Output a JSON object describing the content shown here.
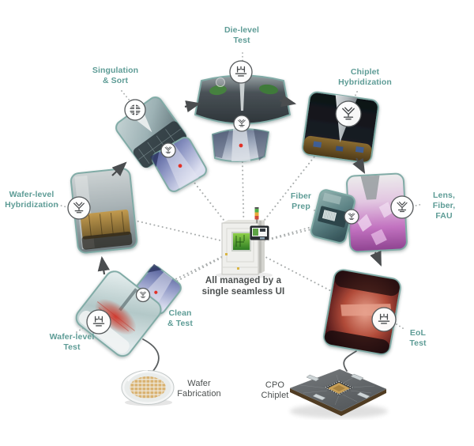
{
  "diagram": {
    "center_caption": "All managed by a\nsingle seamless UI"
  },
  "stages": {
    "wafer_fabrication": {
      "label": "Wafer\nFabrication"
    },
    "wafer_level_test": {
      "label": "Wafer-level\nTest"
    },
    "clean_test": {
      "label": "Clean\n& Test"
    },
    "wafer_level_hybridization": {
      "label": "Wafer-level\nHybridization"
    },
    "singulation_sort": {
      "label": "Singulation\n& Sort"
    },
    "die_level_test": {
      "label": "Die-level\nTest"
    },
    "chiplet_hybridization": {
      "label": "Chiplet\nHybridization"
    },
    "fiber_prep": {
      "label": "Fiber\nPrep"
    },
    "lens_fiber_fau": {
      "label": "Lens,\nFiber, FAU"
    },
    "eol_test": {
      "label": "EoL\nTest"
    },
    "cpo_chiplet": {
      "label": "CPO\nChiplet"
    }
  },
  "icons": {
    "singulation_sort": "wafer-map-icon",
    "die_level_test": "probe-tester-icon",
    "die_level_test_secondary": "bonder-icon",
    "chiplet_hybridization": "bonder-icon",
    "fiber_prep": "bonder-icon",
    "lens_fiber_fau": "bonder-icon",
    "eol_test": "probe-tester-icon",
    "clean_test": "bonder-icon",
    "wafer_level_test": "probe-tester-icon",
    "wafer_level_hybridization": "bonder-icon",
    "singulation_sort_secondary": "bonder-icon"
  },
  "colors": {
    "accent": "#5E9C96",
    "label_dark": "#4B4F4F",
    "arrow": "#4A4D4F",
    "image_border": "#80ABA6"
  }
}
